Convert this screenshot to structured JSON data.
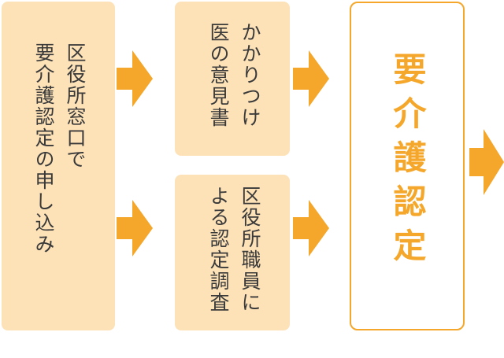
{
  "application": {
    "text": "区役所窓口で要介護認定の申し込み",
    "line1": "区役所窓口で",
    "line2": "要介護認定の申し込み"
  },
  "doctor_opinion": {
    "text": "かかりつけ医の意見書",
    "line1": "かかりつけ",
    "line2": "医の意見書"
  },
  "staff_survey": {
    "text": "区役所職員による認定調査",
    "line1": "区役所職員に",
    "line2": "よる認定調査"
  },
  "result": {
    "text": "要介護認定"
  },
  "colors": {
    "box_fill": "#fde2b8",
    "accent": "#f4a72b",
    "text": "#3a3a3a"
  }
}
